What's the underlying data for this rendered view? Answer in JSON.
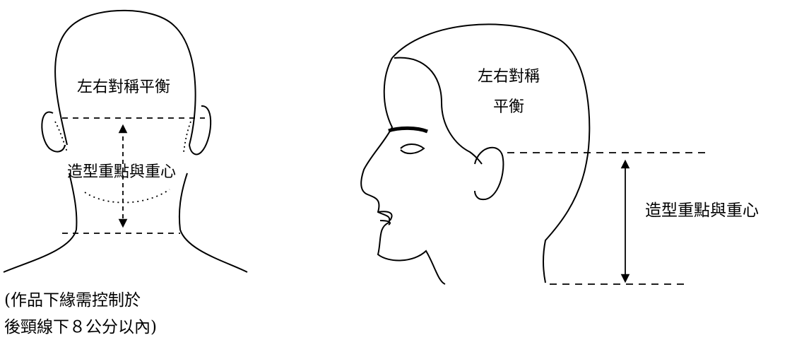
{
  "back_view": {
    "top_label": "左右對稱平衡",
    "middle_label": "造型重點與重心",
    "note_line1": "(作品下緣需控制於",
    "note_line2": "後頸線下８公分以內)"
  },
  "side_view": {
    "top_label_line1": "左右對稱",
    "top_label_line2": "平衡",
    "dimension_label": "造型重點與重心"
  },
  "colors": {
    "ink": "#000000",
    "background": "#ffffff"
  }
}
